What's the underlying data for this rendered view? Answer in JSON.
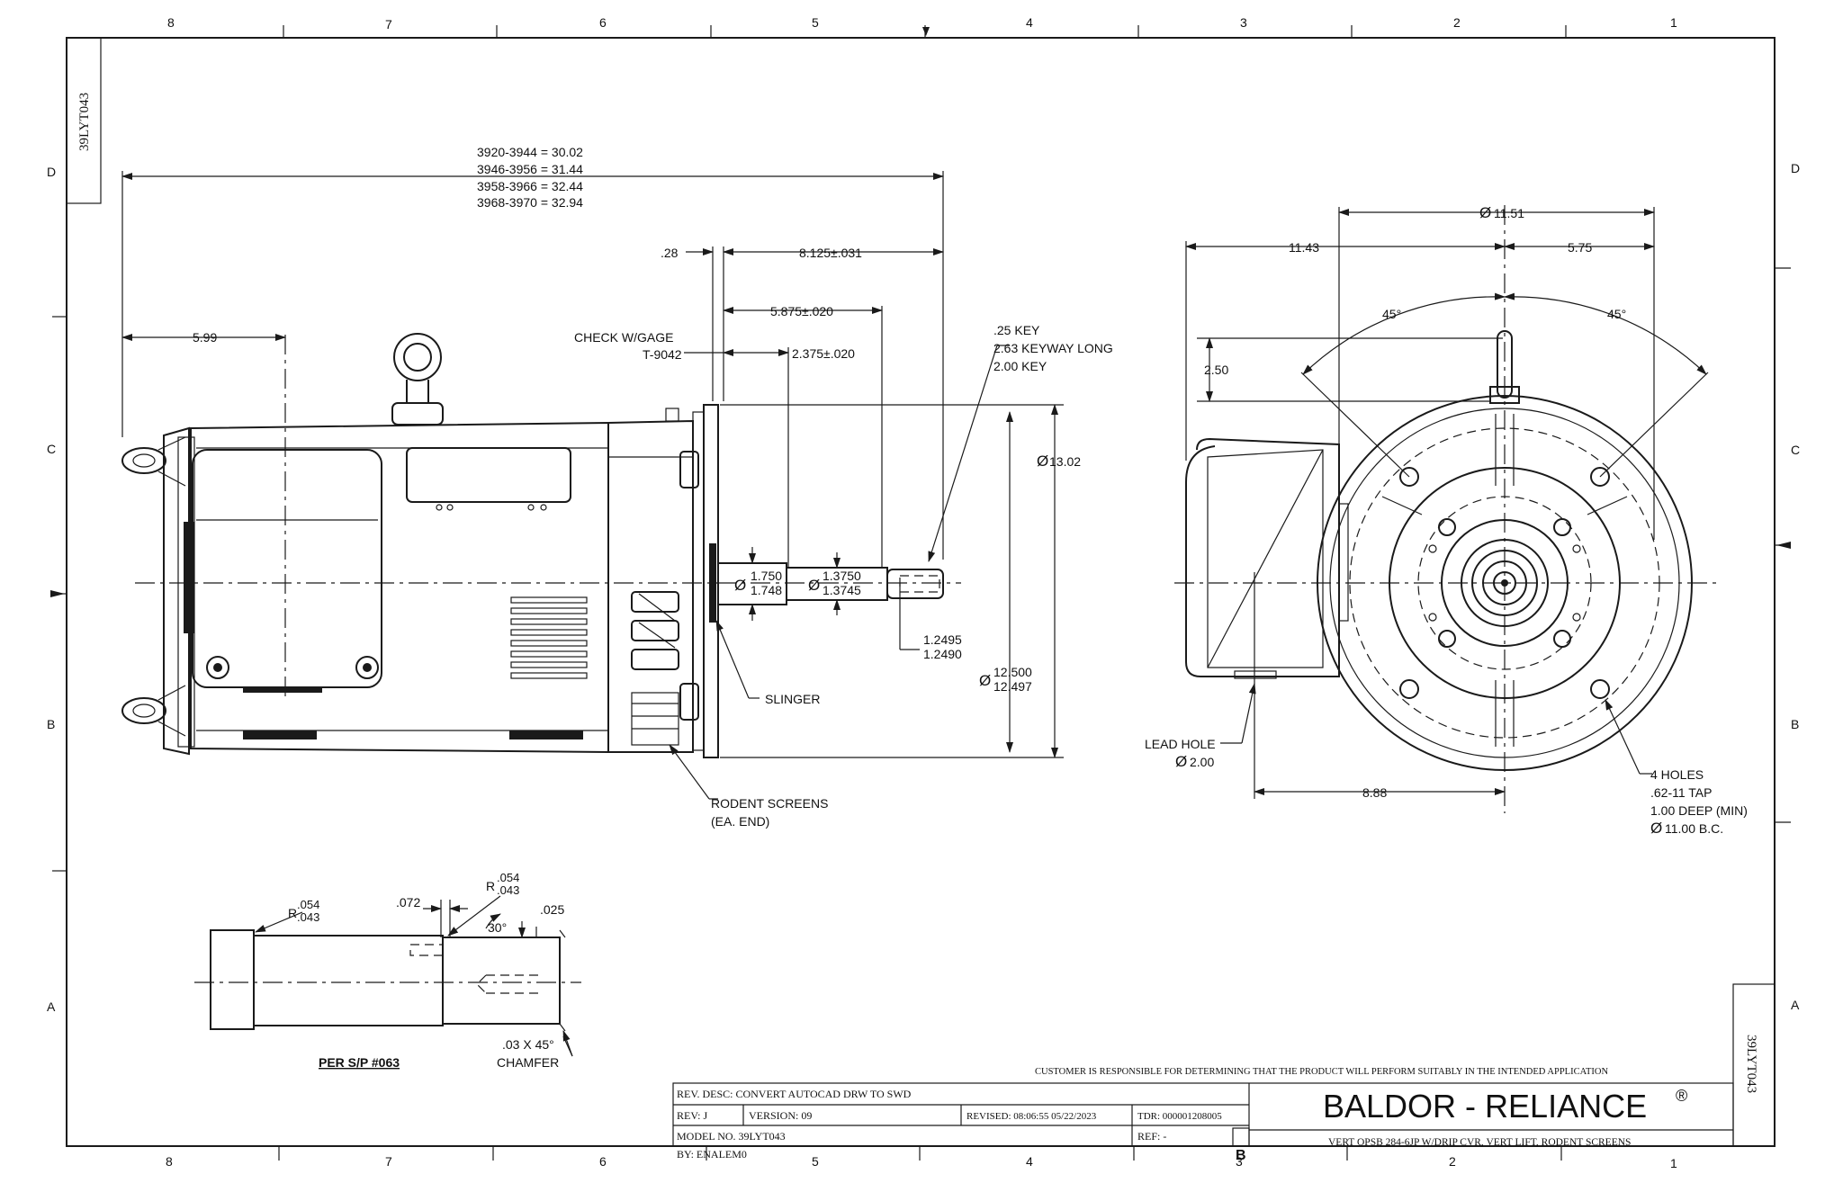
{
  "border": {
    "zones_top": [
      "8",
      "7",
      "6",
      "5",
      "4",
      "3",
      "2",
      "1"
    ],
    "zones_bottom": [
      "8",
      "7",
      "6",
      "5",
      "4",
      "3",
      "2",
      "1"
    ],
    "rows_left": [
      "D",
      "C",
      "B",
      "A"
    ],
    "rows_right": [
      "D",
      "C",
      "B",
      "A"
    ],
    "drawing_id_top": "39LYT043",
    "drawing_id_side": "39LYT043"
  },
  "side_view": {
    "overall_length": [
      "3920-3944 = 30.02",
      "3946-3956 = 31.44",
      "3958-3966 = 32.44",
      "3968-3970 = 32.94"
    ],
    "dim_599": "5.99",
    "dim_028": ".28",
    "dim_8125": "8.125±.031",
    "dim_5875": "5.875±.020",
    "dim_2375": "2.375±.020",
    "check_gage": "CHECK W/GAGE",
    "gage_no": "T-9042",
    "key_1": ".25 KEY",
    "key_2": "2.63 KEYWAY LONG",
    "key_3": "2.00 KEY",
    "dia_1302": "13.02",
    "shaft_d1_a": "1.750",
    "shaft_d1_b": "1.748",
    "shaft_d2_a": "1.3750",
    "shaft_d2_b": "1.3745",
    "keyseat_a": "1.2495",
    "keyseat_b": "1.2490",
    "pilot_a": "12.500",
    "pilot_b": "12.497",
    "slinger": "SLINGER",
    "rodent_1": "RODENT SCREENS",
    "rodent_2": "(EA. END)",
    "dia_symbol": "Ø"
  },
  "end_view": {
    "dia_1151": "11.51",
    "dim_1143": "11.43",
    "dim_575": "5.75",
    "angle_left": "45°",
    "angle_right": "45°",
    "dim_250": "2.50",
    "lead_hole": "LEAD HOLE",
    "lead_dia": "2.00",
    "dim_888": "8.88",
    "holes_1": "4 HOLES",
    "holes_2": ".62-11 TAP",
    "holes_3": "1.00 DEEP (MIN)",
    "holes_4": "11.00 B.C."
  },
  "detail": {
    "r1_a": ".054",
    "r1_b": ".043",
    "r_label": "R",
    "r2_a": ".054",
    "r2_b": ".043",
    "dim_072": ".072",
    "dim_025": ".025",
    "angle_30": "30°",
    "chamfer_1": ".03 X 45°",
    "chamfer_2": "CHAMFER",
    "per_sp": "PER S/P #063"
  },
  "title_block": {
    "disclaimer": "CUSTOMER IS RESPONSIBLE FOR DETERMINING THAT THE PRODUCT WILL PERFORM SUITABLY IN THE INTENDED APPLICATION",
    "rev_desc": "REV. DESC: CONVERT AUTOCAD DRW TO SWD",
    "rev": "REV:  J",
    "version": "VERSION:  09",
    "revised": "REVISED:  08:06:55 05/22/2023",
    "tdr": "TDR:  000001208005",
    "model_no": "MODEL NO.  39LYT043",
    "ref": "REF:  -",
    "by": "BY: ENALEM0",
    "size": "B",
    "company": "BALDOR - RELIANCE",
    "registered": "®",
    "description": "VERT OPSB 284-6JP W/DRIP CVR, VERT LIFT, RODENT SCREENS"
  }
}
